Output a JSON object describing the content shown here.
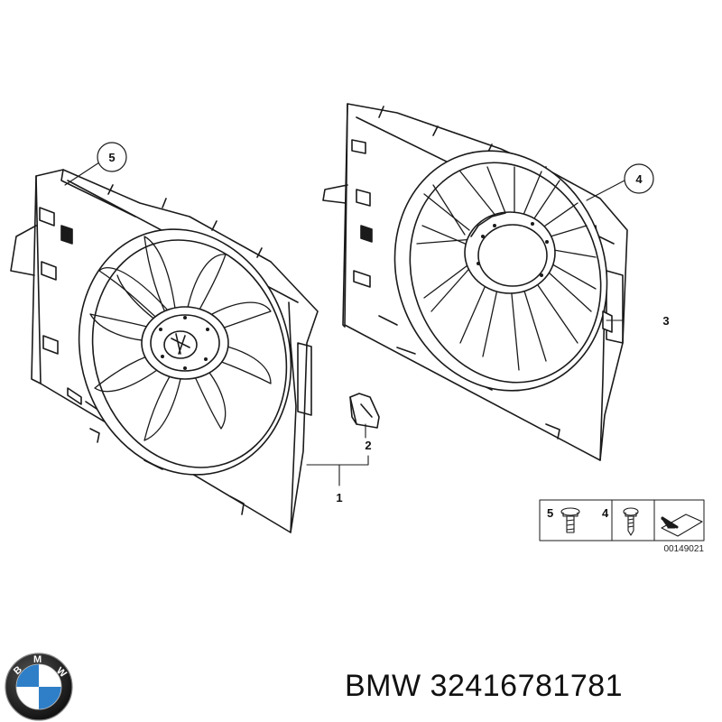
{
  "diagram": {
    "callouts": {
      "c1": "1",
      "c2": "2",
      "c3": "3",
      "c4": "4",
      "c5": "5"
    },
    "legend": {
      "item_a_label": "5",
      "item_b_label": "4",
      "drawing_code": "00149021"
    }
  },
  "logo": {
    "brand": "BMW",
    "icon": "bmw-roundel-icon",
    "colors": {
      "blue": "#2f7fc8",
      "ring": "#111111",
      "white": "#ffffff"
    }
  },
  "caption": {
    "brand": "BMW",
    "part_number": "32416781781"
  }
}
